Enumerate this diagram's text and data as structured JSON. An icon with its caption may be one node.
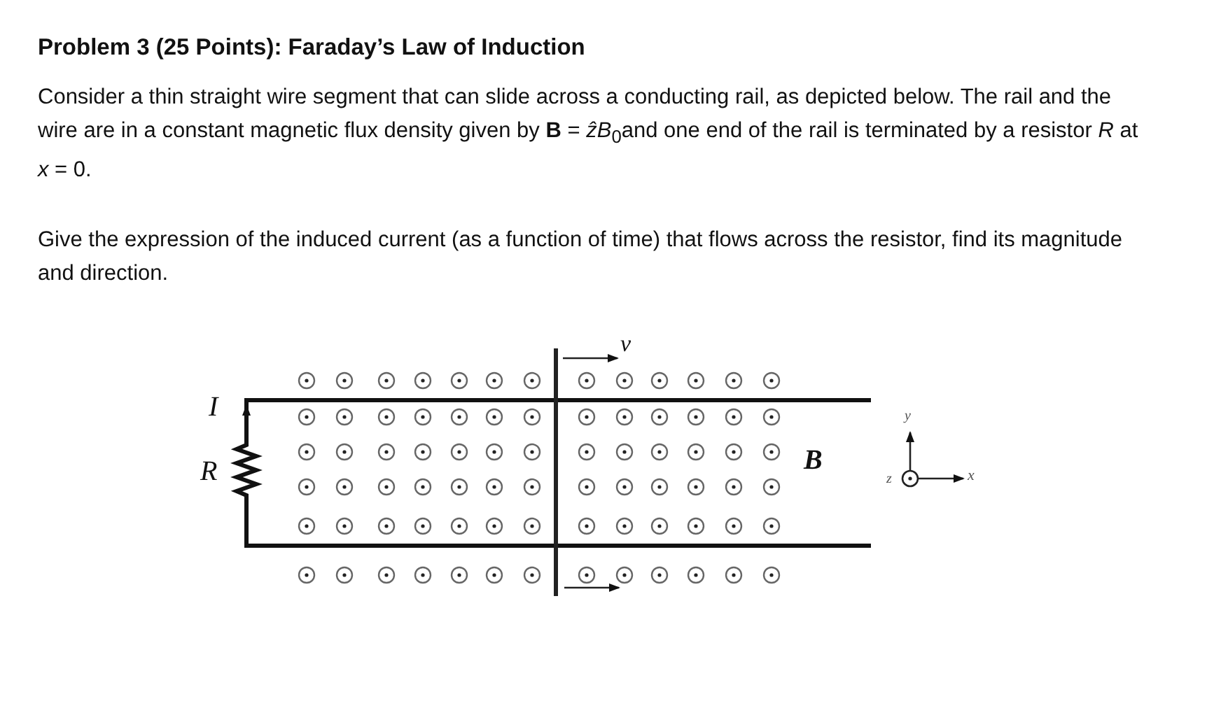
{
  "diagram": {
    "title": "Problem 3 (25 Points): Faraday’s Law of Induction",
    "labels": [
      "Consider a thin straight wire segment that can slide across a conducting rail, as depicted below. The rail and the wire are in a constant magnetic flux density given by **B** = *ẑB*$_{0}$and one end of the rail is terminated by a resistor *R* at *x* = 0.",
      "Give the expression of the induced current (as a function of time) that flows across the resistor, find its magnitude and direction.",
      "I",
      "R",
      "v",
      "B",
      "y",
      "z",
      "x"
    ]
  }
}
